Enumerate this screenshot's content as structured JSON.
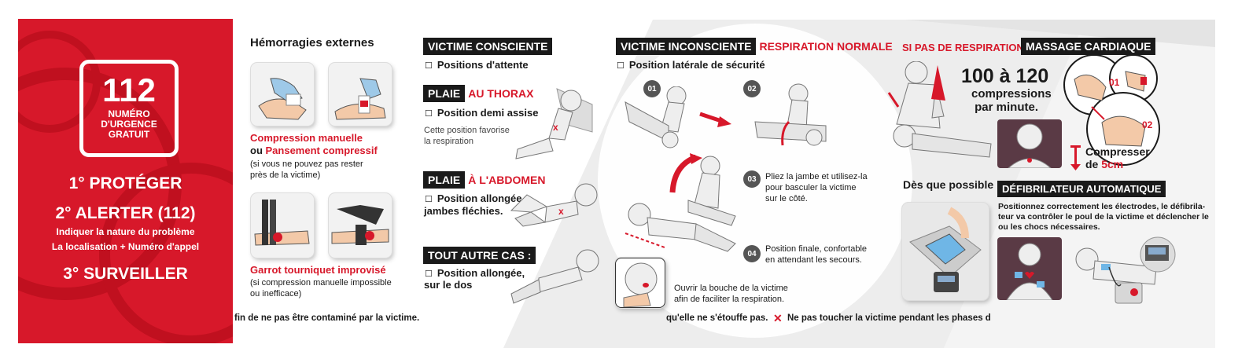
{
  "left_panel": {
    "emergency_number": "112",
    "emergency_label": "NUMÉRO D'URGENCE GRATUIT",
    "step1": "1° PROTÉGER",
    "step2": "2° ALERTER (112)",
    "step2_line1": "Indiquer la nature du problème",
    "step2_line2": "La localisation + Numéro d'appel",
    "step3": "3° SURVEILLER"
  },
  "hemorrhage": {
    "title": "Hémorragies externes",
    "compression_red": "Compression manuelle",
    "ou": "ou ",
    "pansement_red": "Pansement compressif",
    "note1": "(si vous ne pouvez pas rester",
    "note2": "près de la victime)",
    "garrot_red": "Garrot tourniquet improvisé",
    "garrot_note1": "(si compression manuelle impossible",
    "garrot_note2": "ou inefficace)"
  },
  "conscious": {
    "header": "VICTIME CONSCIENTE",
    "item1": "Positions d'attente",
    "thorax_box": "PLAIE",
    "thorax_red": "AU THORAX",
    "thorax_item": "Position demi assise",
    "thorax_caption1": "Cette position favorise",
    "thorax_caption2": "la respiration",
    "abdomen_box": "PLAIE",
    "abdomen_red": "À L'ABDOMEN",
    "abdomen_item1": "Position allongée,",
    "abdomen_item2": "jambes fléchies.",
    "other_box": "TOUT AUTRE CAS :",
    "other_item1": "Position allongée,",
    "other_item2": "sur le dos"
  },
  "unconscious": {
    "header": "VICTIME INCONSCIENTE",
    "header_red": "RESPIRATION NORMALE",
    "item1": "Position latérale de sécurité",
    "n1": "01",
    "n2": "02",
    "n3": "03",
    "n4": "04",
    "step3_1": "Pliez la jambe et utilisez-la",
    "step3_2": "pour basculer la victime",
    "step3_3": "sur le côté.",
    "step4_1": "Position finale, confortable",
    "step4_2": "en attendant les secours.",
    "mouth1": "Ouvrir la bouche de la victime",
    "mouth2": "afin de faciliter la respiration."
  },
  "cardiac": {
    "red_label": "SI PAS DE RESPIRATION :",
    "box": "MASSAGE CARDIAQUE",
    "rate_big": "100 à 120",
    "rate_line1": "compressions",
    "rate_line2": "par minute.",
    "hand1": "01",
    "hand2": "02",
    "compress1": "Compresser",
    "compress2_pre": "de ",
    "compress2_red": "5cm",
    "asap": "Dès que possible",
    "defib_box": "DÉFIBRILATEUR AUTOMATIQUE",
    "defib1": "Positionnez correctement les électrodes, le défibrila-",
    "defib2": "teur va contrôler le poul de la victime et déclencher le",
    "defib3": "ou les chocs nécessaires."
  },
  "footer": {
    "text1": "fin de ne pas être contaminé par la victime.",
    "text2": "qu'elle ne s'étouffe pas.",
    "x_icon": "✕",
    "text3": "Ne pas toucher la victime pendant les phases d'analyse"
  },
  "colors": {
    "brand_red": "#d7182a",
    "dark": "#1a1a1a"
  }
}
